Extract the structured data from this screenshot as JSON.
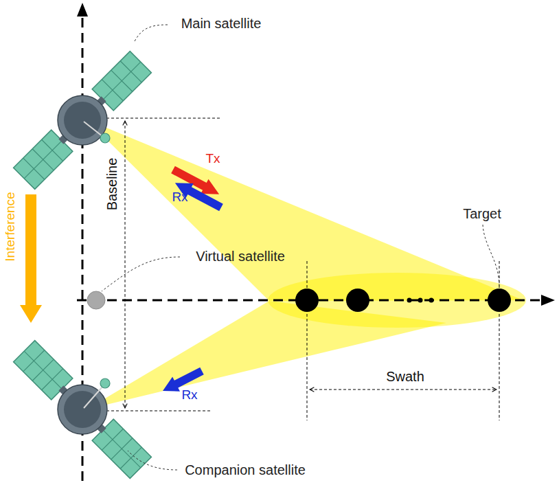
{
  "diagram": {
    "labels": [
      "Main satellite",
      "Tx",
      "Rx",
      "Baseline",
      "Target",
      "Virtual satellite",
      "Interference",
      "Rx",
      "Swath",
      "Companion satellite"
    ]
  }
}
